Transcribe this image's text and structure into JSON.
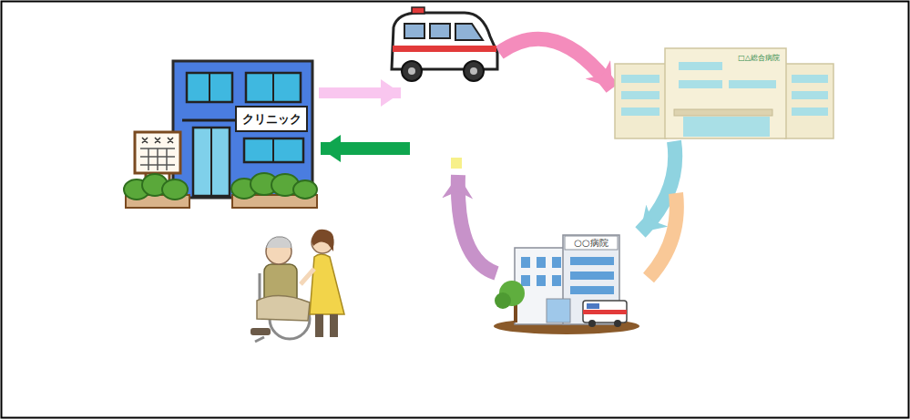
{
  "diagram": {
    "nodes": [
      {
        "text": [
          "クリニック"
        ]
      },
      {
        "text": [
          "□△総合病院"
        ]
      },
      {
        "text": [
          "○○病院"
        ]
      }
    ],
    "edges": [
      {
        "from": 0,
        "to": 1,
        "arrow": "to"
      },
      {
        "from": 1,
        "to": 2,
        "arrow": "to"
      },
      {
        "from": 2,
        "to": 0,
        "arrow": "to"
      }
    ]
  }
}
